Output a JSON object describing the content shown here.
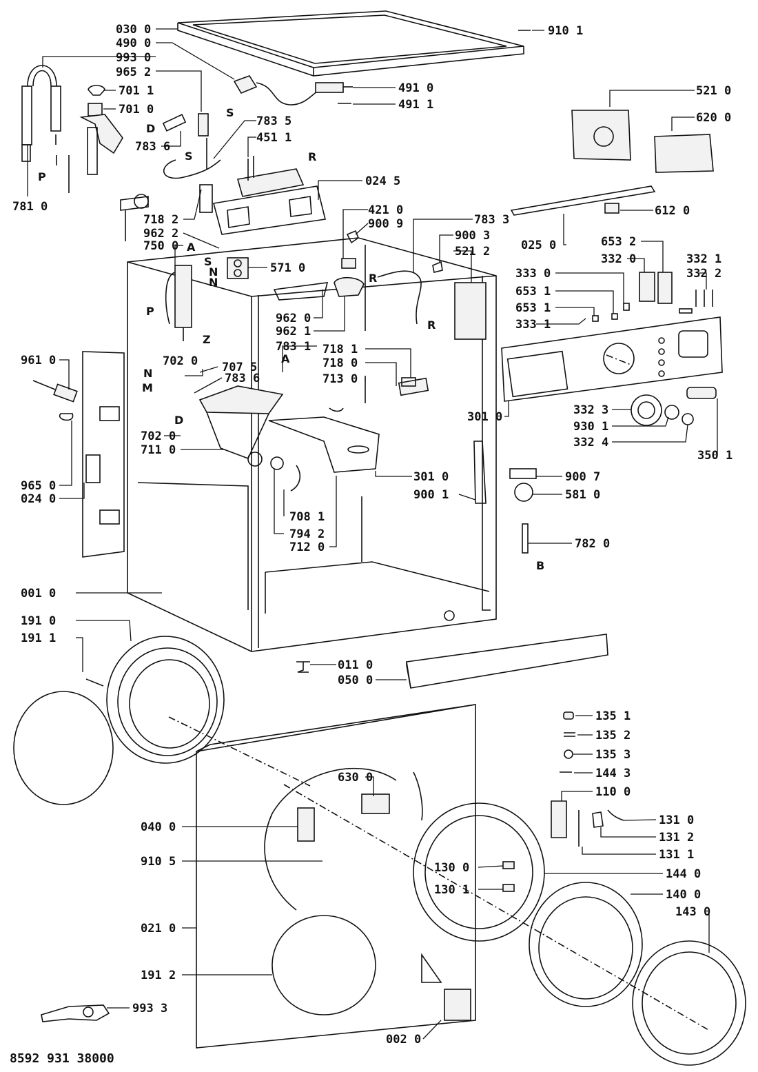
{
  "document_number": "8592 931 38000",
  "marker_letters": {
    "P": "P",
    "S": "S",
    "D": "D",
    "R": "R",
    "A": "A",
    "N": "N",
    "M": "M",
    "Z": "Z",
    "B": "B"
  },
  "labels": {
    "l0300": "030 0",
    "l4900": "490 0",
    "l9930": "993 0",
    "l9652": "965 2",
    "l7011": "701 1",
    "l7010": "701 0",
    "l9101": "910 1",
    "l4910": "491 0",
    "l4911": "491 1",
    "l5210": "521 0",
    "l6200": "620 0",
    "l7835": "783 5",
    "l4511": "451 1",
    "l7836": "783 6",
    "l0245": "024 5",
    "l7810": "781 0",
    "l7182": "718 2",
    "l9622": "962 2",
    "l7500": "750 0",
    "l4210": "421 0",
    "l9009": "900 9",
    "l7833": "783 3",
    "l9003": "900 3",
    "l5212": "521 2",
    "l6120": "612 0",
    "l0250": "025 0",
    "l6532": "653 2",
    "l3320": "332 0",
    "l3321": "332 1",
    "l3322": "332 2",
    "l3330": "333 0",
    "l6531": "653 1",
    "l6531b": "653 1",
    "l3331": "333 1",
    "l5710": "571 0",
    "l9620": "962 0",
    "l9621": "962 1",
    "l7831": "783 1",
    "l9610": "961 0",
    "l7020": "702 0",
    "l7075": "707 5",
    "l7836b": "783 6",
    "l7181": "718 1",
    "l7180": "718 0",
    "l7130": "713 0",
    "l3010": "301 0",
    "l3323": "332 3",
    "l9301": "930 1",
    "l3324": "332 4",
    "l3501": "350 1",
    "l7020b": "702 0",
    "l7110": "711 0",
    "l3010b": "301 0",
    "l9001": "900 1",
    "l9007": "900 7",
    "l5810": "581 0",
    "l9650": "965 0",
    "l0240": "024 0",
    "l7081": "708 1",
    "l7942": "794 2",
    "l7120": "712 0",
    "l7820": "782 0",
    "l0010": "001 0",
    "l1910": "191 0",
    "l1911": "191 1",
    "l0110": "011 0",
    "l0500": "050 0",
    "l1351": "135 1",
    "l1352": "135 2",
    "l1353": "135 3",
    "l1443": "144 3",
    "l1100": "110 0",
    "l6300": "630 0",
    "l0400": "040 0",
    "l1310": "131 0",
    "l1312": "131 2",
    "l1311": "131 1",
    "l9105": "910 5",
    "l1300": "130 0",
    "l1440": "144 0",
    "l1301": "130 1",
    "l1400": "140 0",
    "l1430": "143 0",
    "l0210": "021 0",
    "l1912": "191 2",
    "l9933": "993 3",
    "l0020": "002 0"
  }
}
